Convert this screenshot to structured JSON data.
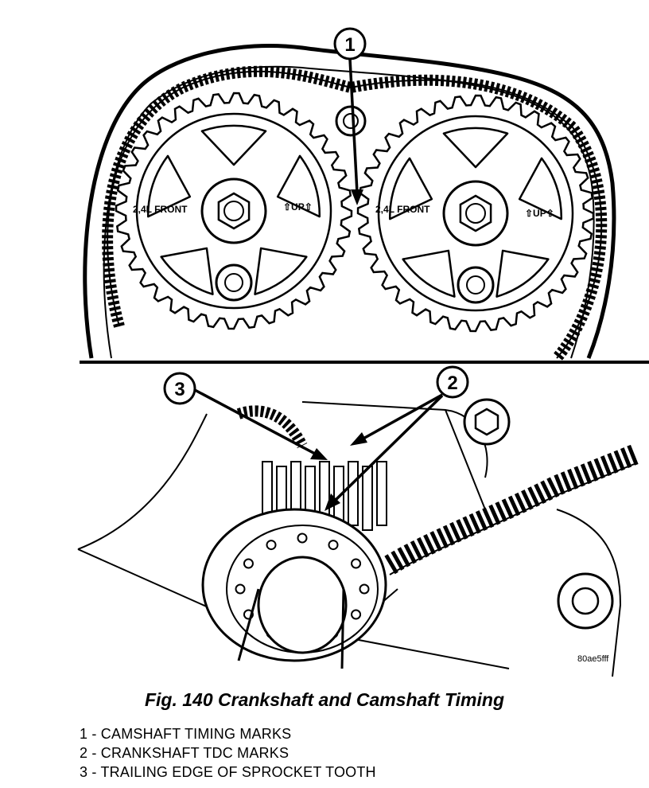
{
  "top_view": {
    "left_gear": {
      "front_mark": "2,4L FRONT",
      "up_mark": "⇧UP⇧"
    },
    "right_gear": {
      "front_mark": "2,4L FRONT",
      "up_mark": "⇧UP⇧"
    }
  },
  "callouts": [
    {
      "number": "1"
    },
    {
      "number": "2"
    },
    {
      "number": "3"
    }
  ],
  "figure_id": "80ae5fff",
  "caption": "Fig. 140 Crankshaft and Camshaft Timing",
  "legend": [
    "1 - CAMSHAFT TIMING MARKS",
    "2 - CRANKSHAFT TDC MARKS",
    "3 - TRAILING EDGE OF SPROCKET TOOTH"
  ]
}
